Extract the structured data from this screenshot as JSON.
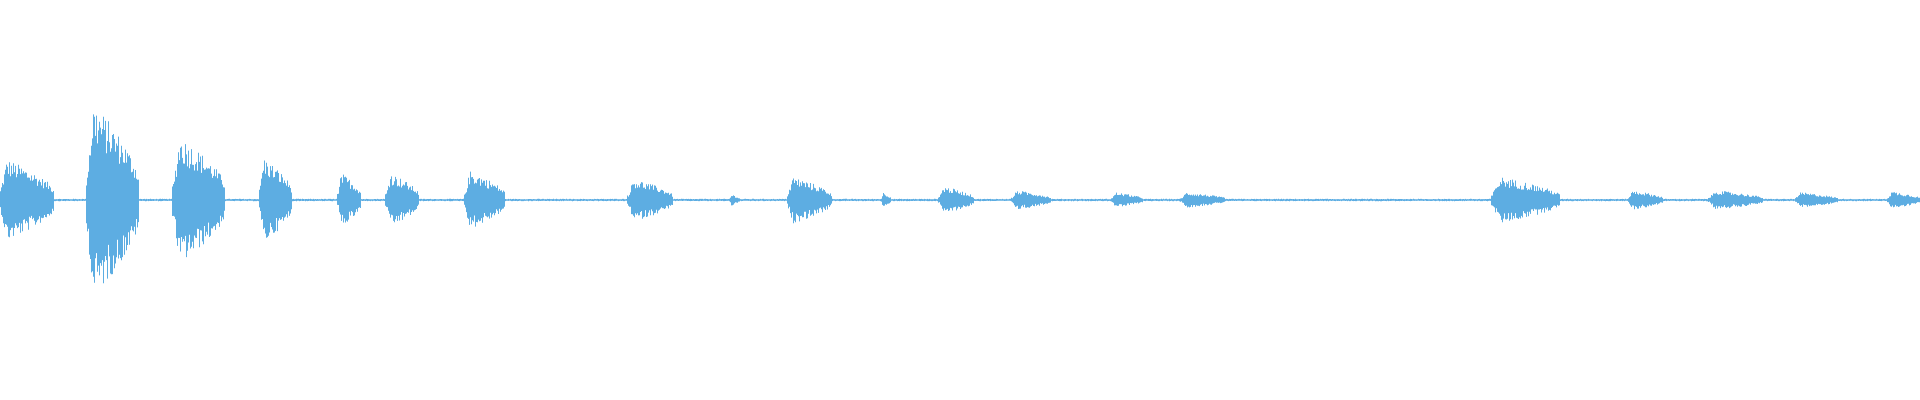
{
  "waveform": {
    "color": "#5dade2",
    "background": "#ffffff",
    "amplitude_range": [
      -1,
      1
    ],
    "duration_fraction_range": [
      0,
      1
    ],
    "segments": [
      {
        "start": 0.0,
        "end": 0.028,
        "amp": 0.42
      },
      {
        "start": 0.045,
        "end": 0.072,
        "amp": 1.0
      },
      {
        "start": 0.09,
        "end": 0.117,
        "amp": 0.66
      },
      {
        "start": 0.135,
        "end": 0.152,
        "amp": 0.44
      },
      {
        "start": 0.176,
        "end": 0.188,
        "amp": 0.28
      },
      {
        "start": 0.201,
        "end": 0.218,
        "amp": 0.28
      },
      {
        "start": 0.242,
        "end": 0.263,
        "amp": 0.3
      },
      {
        "start": 0.327,
        "end": 0.35,
        "amp": 0.22
      },
      {
        "start": 0.38,
        "end": 0.385,
        "amp": 0.06
      },
      {
        "start": 0.41,
        "end": 0.433,
        "amp": 0.24
      },
      {
        "start": 0.459,
        "end": 0.464,
        "amp": 0.08
      },
      {
        "start": 0.489,
        "end": 0.507,
        "amp": 0.14
      },
      {
        "start": 0.527,
        "end": 0.547,
        "amp": 0.1
      },
      {
        "start": 0.579,
        "end": 0.595,
        "amp": 0.08
      },
      {
        "start": 0.615,
        "end": 0.638,
        "amp": 0.08
      },
      {
        "start": 0.777,
        "end": 0.812,
        "amp": 0.24
      },
      {
        "start": 0.848,
        "end": 0.866,
        "amp": 0.1
      },
      {
        "start": 0.89,
        "end": 0.918,
        "amp": 0.1
      },
      {
        "start": 0.935,
        "end": 0.957,
        "amp": 0.08
      },
      {
        "start": 0.983,
        "end": 1.0,
        "amp": 0.09
      }
    ],
    "noise_floor_amp": 0.012
  }
}
